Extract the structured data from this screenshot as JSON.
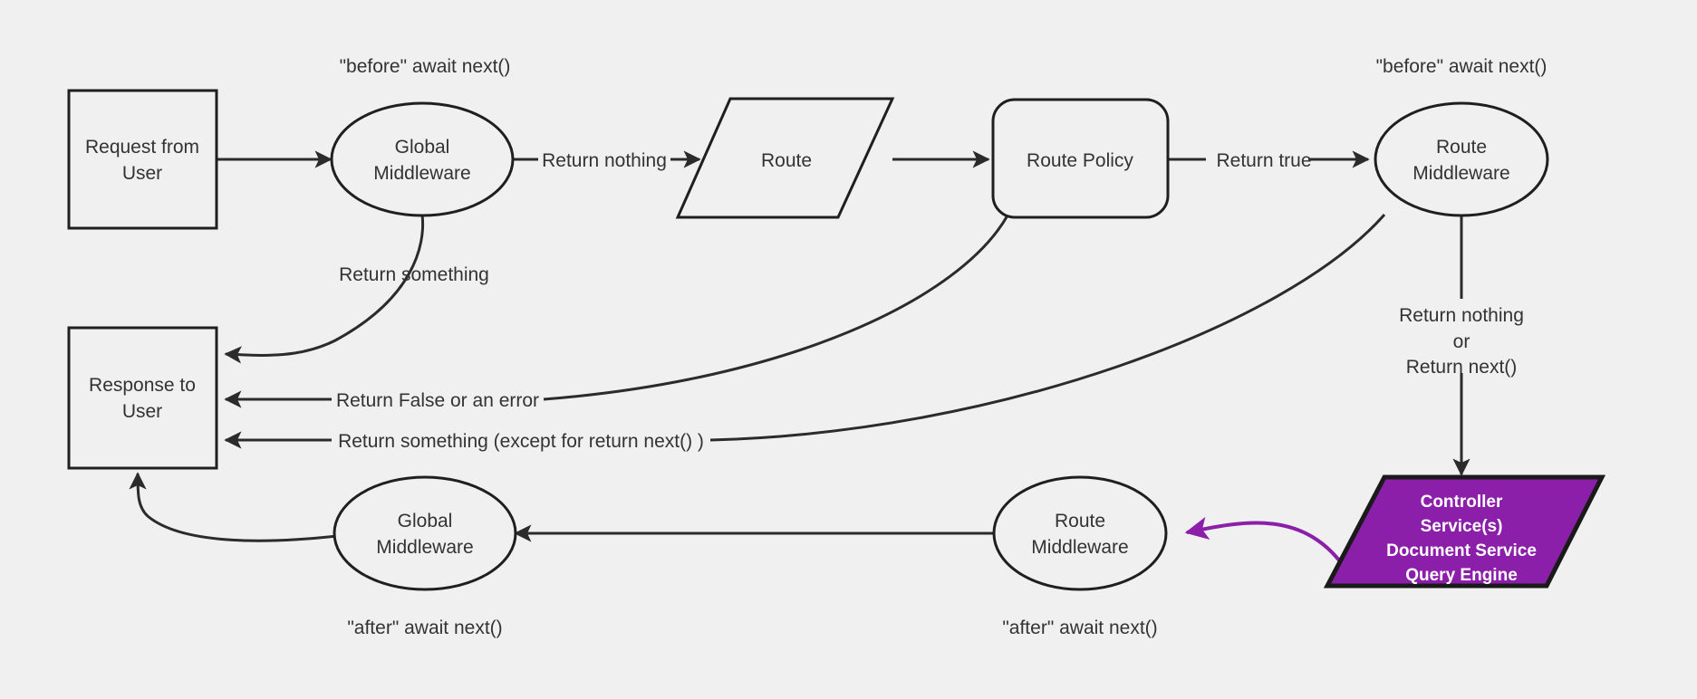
{
  "diagram": {
    "title": "Request / Response middleware pipeline",
    "background_color": "#f0f0f0",
    "stroke_color": "#2b2b2b",
    "text_color": "#333333",
    "accent_color": "#8B1FA9"
  },
  "nodes": {
    "request_from_user": {
      "label_line1": "Request from",
      "label_line2": "User",
      "shape": "rectangle"
    },
    "global_middleware_before": {
      "label_line1": "Global",
      "label_line2": "Middleware",
      "shape": "ellipse"
    },
    "route": {
      "label": "Route",
      "shape": "parallelogram"
    },
    "route_policy": {
      "label": "Route Policy",
      "shape": "rounded-rectangle"
    },
    "route_middleware_before": {
      "label_line1": "Route",
      "label_line2": "Middleware",
      "shape": "ellipse"
    },
    "response_to_user": {
      "label_line1": "Response to",
      "label_line2": "User",
      "shape": "rectangle"
    },
    "global_middleware_after": {
      "label_line1": "Global",
      "label_line2": "Middleware",
      "shape": "ellipse"
    },
    "route_middleware_after": {
      "label_line1": "Route",
      "label_line2": "Middleware",
      "shape": "ellipse"
    },
    "controller": {
      "shape": "parallelogram",
      "fill": "#8B1FA9",
      "text_color": "#ffffff",
      "lines": [
        "Controller",
        "Service(s)",
        "Document Service",
        "Query Engine"
      ]
    }
  },
  "annotations": {
    "before_global": "\"before\" await next()",
    "before_route": "\"before\" await next()",
    "after_global": "\"after\" await next()",
    "after_route": "\"after\" await next()"
  },
  "edge_labels": {
    "return_nothing": "Return nothing",
    "return_true": "Return true",
    "return_something": "Return something",
    "return_false_or_error": "Return False or an error",
    "return_something_except": "Return something (except for return next() )",
    "return_nothing_or_next_line1": "Return nothing",
    "return_nothing_or_next_line2": "or",
    "return_nothing_or_next_line3": "Return next()"
  }
}
